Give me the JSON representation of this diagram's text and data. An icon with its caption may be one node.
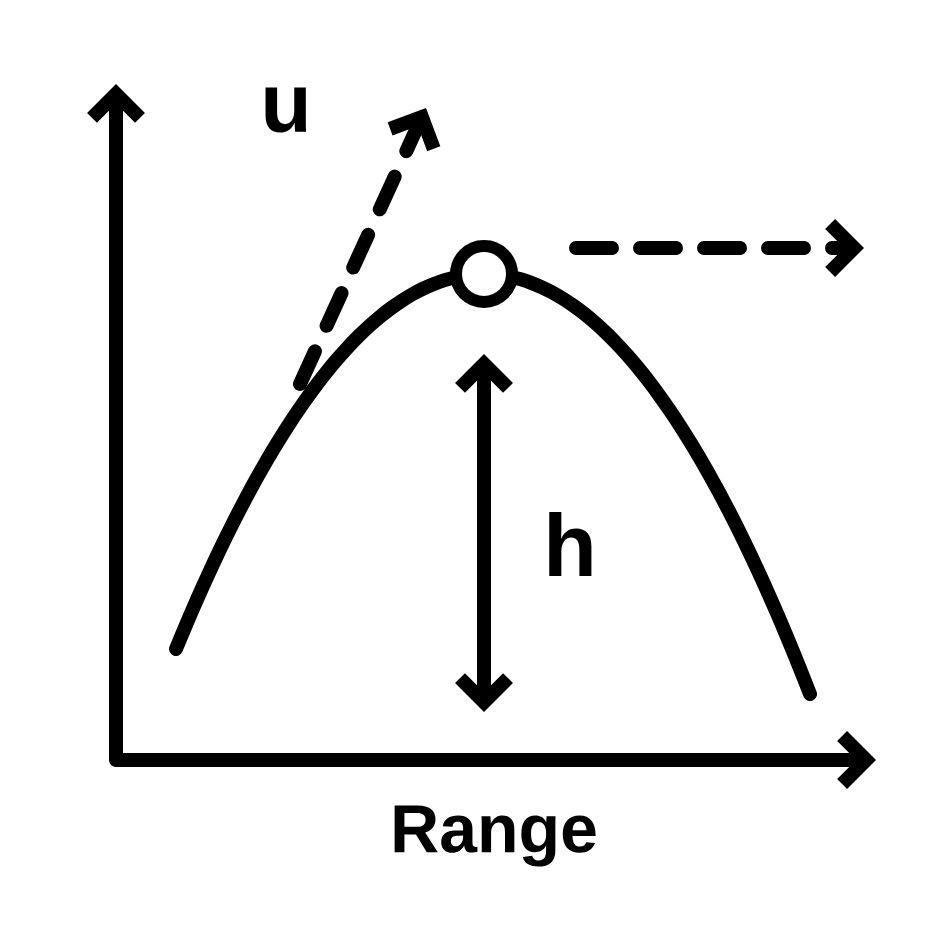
{
  "diagram": {
    "labels": [
      "u",
      "h",
      "Range"
    ]
  }
}
